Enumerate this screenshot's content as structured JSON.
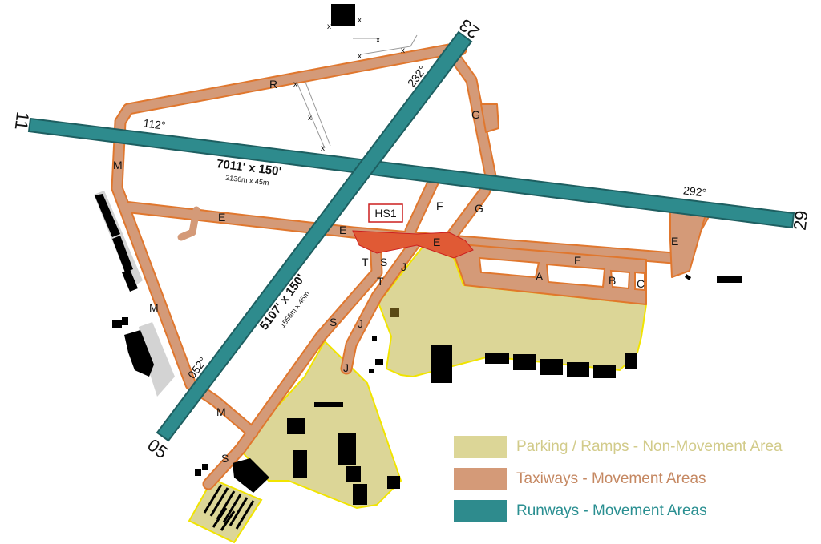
{
  "colors": {
    "ramp": "#dcd697",
    "ramp_border": "#f1e400",
    "taxiway": "#d49a78",
    "taxiway_border": "#e0772e",
    "runway": "#2e8b8d",
    "runway_border": "#1e5f61",
    "hotspot_area": "#e05a35",
    "hotspot_border": "#cc1f1f",
    "building": "#000000",
    "gray_area": "#d3d3d3",
    "legend_ramp_text": "#d2cb8a",
    "legend_taxiway_text": "#c58862",
    "legend_runway_text": "#2a8f91"
  },
  "runways": {
    "rwy_11_29": {
      "end_a": "11",
      "end_b": "29",
      "heading_a": "112°",
      "heading_b": "292°",
      "dimensions": "7011' x 150'",
      "dimensions_metric": "2136m x 45m"
    },
    "rwy_05_23": {
      "end_a": "05",
      "end_b": "23",
      "heading_a": "052°",
      "heading_b": "232°",
      "dimensions": "5107' x 150'",
      "dimensions_metric": "1556m x 45m"
    }
  },
  "hotspot": {
    "label": "HS1"
  },
  "taxiway_labels": {
    "R": "R",
    "M": "M",
    "E": "E",
    "G": "G",
    "F": "F",
    "T": "T",
    "S": "S",
    "J": "J",
    "A": "A",
    "B": "B",
    "C": "C"
  },
  "closed_marker": "x",
  "legend": [
    {
      "label": "Parking / Ramps - Non-Movement Area",
      "color_key": "ramp"
    },
    {
      "label": "Taxiways -  Movement Areas",
      "color_key": "taxiway"
    },
    {
      "label": "Runways -  Movement Areas",
      "color_key": "runway"
    }
  ]
}
